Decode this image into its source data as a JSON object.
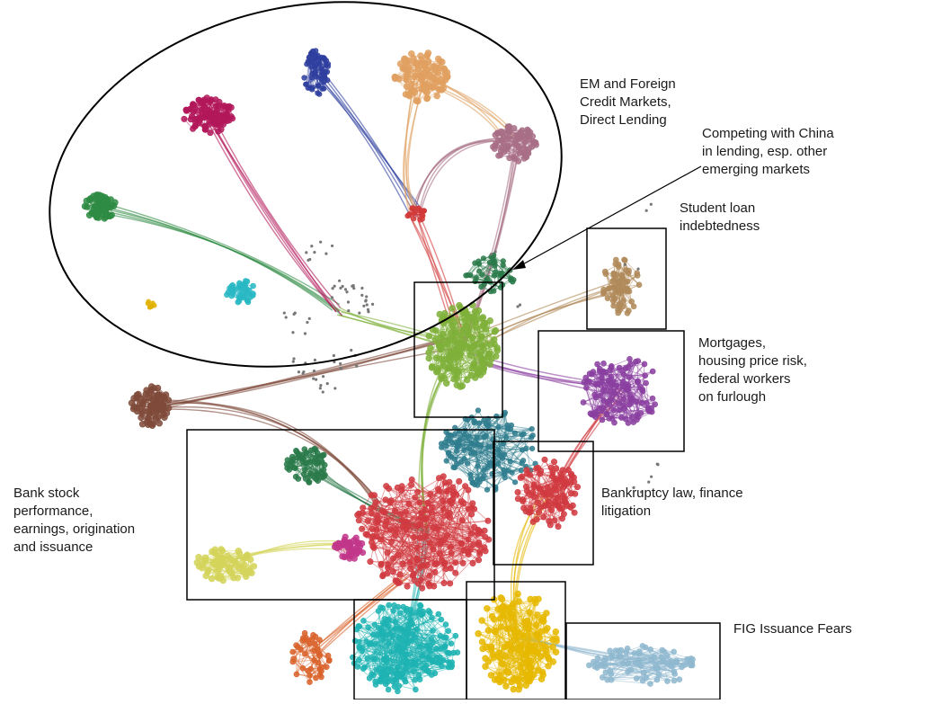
{
  "annotations": {
    "em_foreign": "EM and Foreign\nCredit Markets,\nDirect Lending",
    "china": "Competing with China\nin lending, esp. other\nemerging markets",
    "student_loan": "Student loan\nindebtedness",
    "mortgages": "Mortgages,\nhousing price risk,\nfederal workers\non furlough",
    "bankruptcy": "Bankruptcy law, finance\nlitigation",
    "bank_stock": "Bank stock\nperformance,\nearnings, origination\nand issuance",
    "fig_issuance": "FIG Issuance Fears"
  },
  "colors": {
    "magenta": "#b2185a",
    "navy": "#2f3f9f",
    "orange": "#e0a060",
    "mauve": "#a86f86",
    "green": "#2e8b43",
    "cyan": "#29b8c4",
    "gold": "#e0b000",
    "red_small": "#d23a3a",
    "lime": "#7fb03a",
    "tan": "#b08a5a",
    "brown": "#7f4a3a",
    "purple": "#8a3fa0",
    "red": "#d03a40",
    "teal": "#2f7d8e",
    "darkgreen": "#2a7a4a",
    "pink": "#c2368a",
    "yellowgreen": "#d4d45a",
    "cyan_big": "#1fb3b3",
    "gold_big": "#e6b800",
    "orange_red": "#d9622a",
    "lightblue": "#8fb8cf"
  }
}
